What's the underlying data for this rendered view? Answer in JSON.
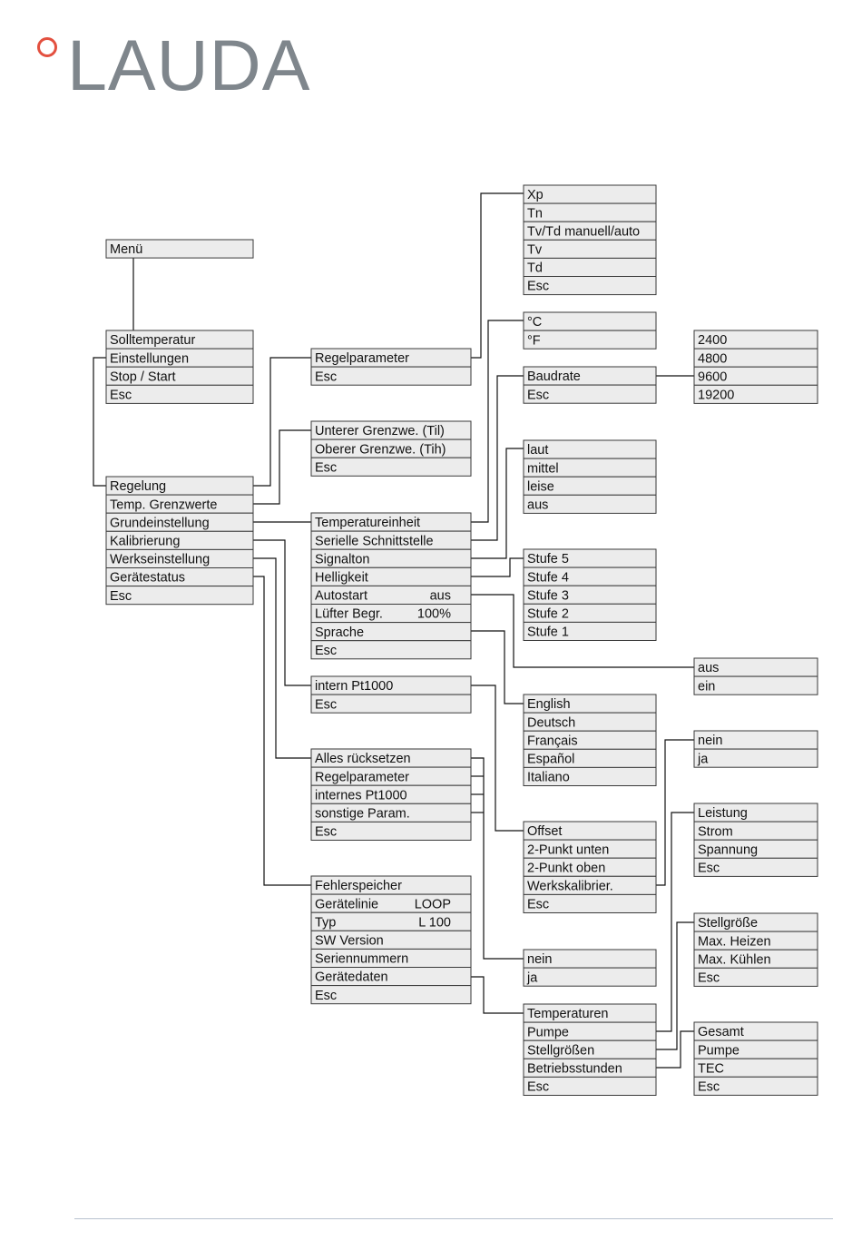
{
  "brand": {
    "name": "LAUDA",
    "ring_color": "#e3503f",
    "text_color": "#7f868c"
  },
  "colors": {
    "cell_fill": "#ececec",
    "cell_border": "#3a3a3a",
    "connector": "#111111",
    "footer_rule": "#b7c1cf"
  },
  "menus": [
    {
      "id": "menu",
      "rows": [
        [
          "Menü"
        ]
      ]
    },
    {
      "id": "main",
      "rows": [
        [
          "Solltemperatur"
        ],
        [
          "Einstellungen"
        ],
        [
          "Stop / Start"
        ],
        [
          "Esc"
        ]
      ]
    },
    {
      "id": "settings",
      "rows": [
        [
          "Regelung"
        ],
        [
          "Temp. Grenzwerte"
        ],
        [
          "Grundeinstellung"
        ],
        [
          "Kalibrierung"
        ],
        [
          "Werkseinstellung"
        ],
        [
          "Gerätestatus"
        ],
        [
          "Esc"
        ]
      ]
    },
    {
      "id": "control",
      "rows": [
        [
          "Regelparameter"
        ],
        [
          "Esc"
        ]
      ]
    },
    {
      "id": "control-params",
      "rows": [
        [
          "Xp"
        ],
        [
          "Tn"
        ],
        [
          "Tv/Td manuell/auto"
        ],
        [
          "Tv"
        ],
        [
          "Td"
        ],
        [
          "Esc"
        ]
      ]
    },
    {
      "id": "limits",
      "rows": [
        [
          "Unterer Grenzwe. (Til)"
        ],
        [
          "Oberer Grenzwe. (Tih)"
        ],
        [
          "Esc"
        ]
      ]
    },
    {
      "id": "basic",
      "rows": [
        [
          "Temperatureinheit"
        ],
        [
          "Serielle Schnittstelle"
        ],
        [
          "Signalton"
        ],
        [
          "Helligkeit"
        ],
        [
          "Autostart",
          "aus"
        ],
        [
          "Lüfter Begr.",
          "100%"
        ],
        [
          "Sprache"
        ],
        [
          "Esc"
        ]
      ]
    },
    {
      "id": "units",
      "rows": [
        [
          "°C"
        ],
        [
          "°F"
        ]
      ]
    },
    {
      "id": "serial",
      "rows": [
        [
          "Baudrate"
        ],
        [
          "Esc"
        ]
      ]
    },
    {
      "id": "baud",
      "rows": [
        [
          "2400"
        ],
        [
          "4800"
        ],
        [
          "9600"
        ],
        [
          "19200"
        ]
      ]
    },
    {
      "id": "signal",
      "rows": [
        [
          "laut"
        ],
        [
          "mittel"
        ],
        [
          "leise"
        ],
        [
          "aus"
        ]
      ]
    },
    {
      "id": "brightness",
      "rows": [
        [
          "Stufe 5"
        ],
        [
          "Stufe 4"
        ],
        [
          "Stufe 3"
        ],
        [
          "Stufe 2"
        ],
        [
          "Stufe 1"
        ]
      ]
    },
    {
      "id": "autostart",
      "rows": [
        [
          "aus"
        ],
        [
          "ein"
        ]
      ]
    },
    {
      "id": "language",
      "rows": [
        [
          "English"
        ],
        [
          "Deutsch"
        ],
        [
          "Français"
        ],
        [
          "Español"
        ],
        [
          "Italiano"
        ]
      ]
    },
    {
      "id": "calibration",
      "rows": [
        [
          "intern Pt1000"
        ],
        [
          "Esc"
        ]
      ]
    },
    {
      "id": "offset",
      "rows": [
        [
          "Offset"
        ],
        [
          "2-Punkt unten"
        ],
        [
          "2-Punkt oben"
        ],
        [
          "Werkskalibrier."
        ],
        [
          "Esc"
        ]
      ]
    },
    {
      "id": "factory-yn",
      "rows": [
        [
          "nein"
        ],
        [
          "ja"
        ]
      ]
    },
    {
      "id": "factory",
      "rows": [
        [
          "Alles rücksetzen"
        ],
        [
          "Regelparameter"
        ],
        [
          "internes Pt1000"
        ],
        [
          "sonstige Param."
        ],
        [
          "Esc"
        ]
      ]
    },
    {
      "id": "reset-yn",
      "rows": [
        [
          "nein"
        ],
        [
          "ja"
        ]
      ]
    },
    {
      "id": "status",
      "rows": [
        [
          "Fehlerspeicher"
        ],
        [
          "Gerätelinie",
          "LOOP"
        ],
        [
          "Typ",
          "L 100"
        ],
        [
          "SW Version"
        ],
        [
          "Seriennummern"
        ],
        [
          "Gerätedaten"
        ],
        [
          "Esc"
        ]
      ]
    },
    {
      "id": "device-data",
      "rows": [
        [
          "Temperaturen"
        ],
        [
          "Pumpe"
        ],
        [
          "Stellgrößen"
        ],
        [
          "Betriebsstunden"
        ],
        [
          "Esc"
        ]
      ]
    },
    {
      "id": "pump",
      "rows": [
        [
          "Leistung"
        ],
        [
          "Strom"
        ],
        [
          "Spannung"
        ],
        [
          "Esc"
        ]
      ]
    },
    {
      "id": "manip",
      "rows": [
        [
          "Stellgröße"
        ],
        [
          "Max. Heizen"
        ],
        [
          "Max. Kühlen"
        ],
        [
          "Esc"
        ]
      ]
    },
    {
      "id": "hours",
      "rows": [
        [
          "Gesamt"
        ],
        [
          "Pumpe"
        ],
        [
          "TEC"
        ],
        [
          "Esc"
        ]
      ]
    }
  ]
}
